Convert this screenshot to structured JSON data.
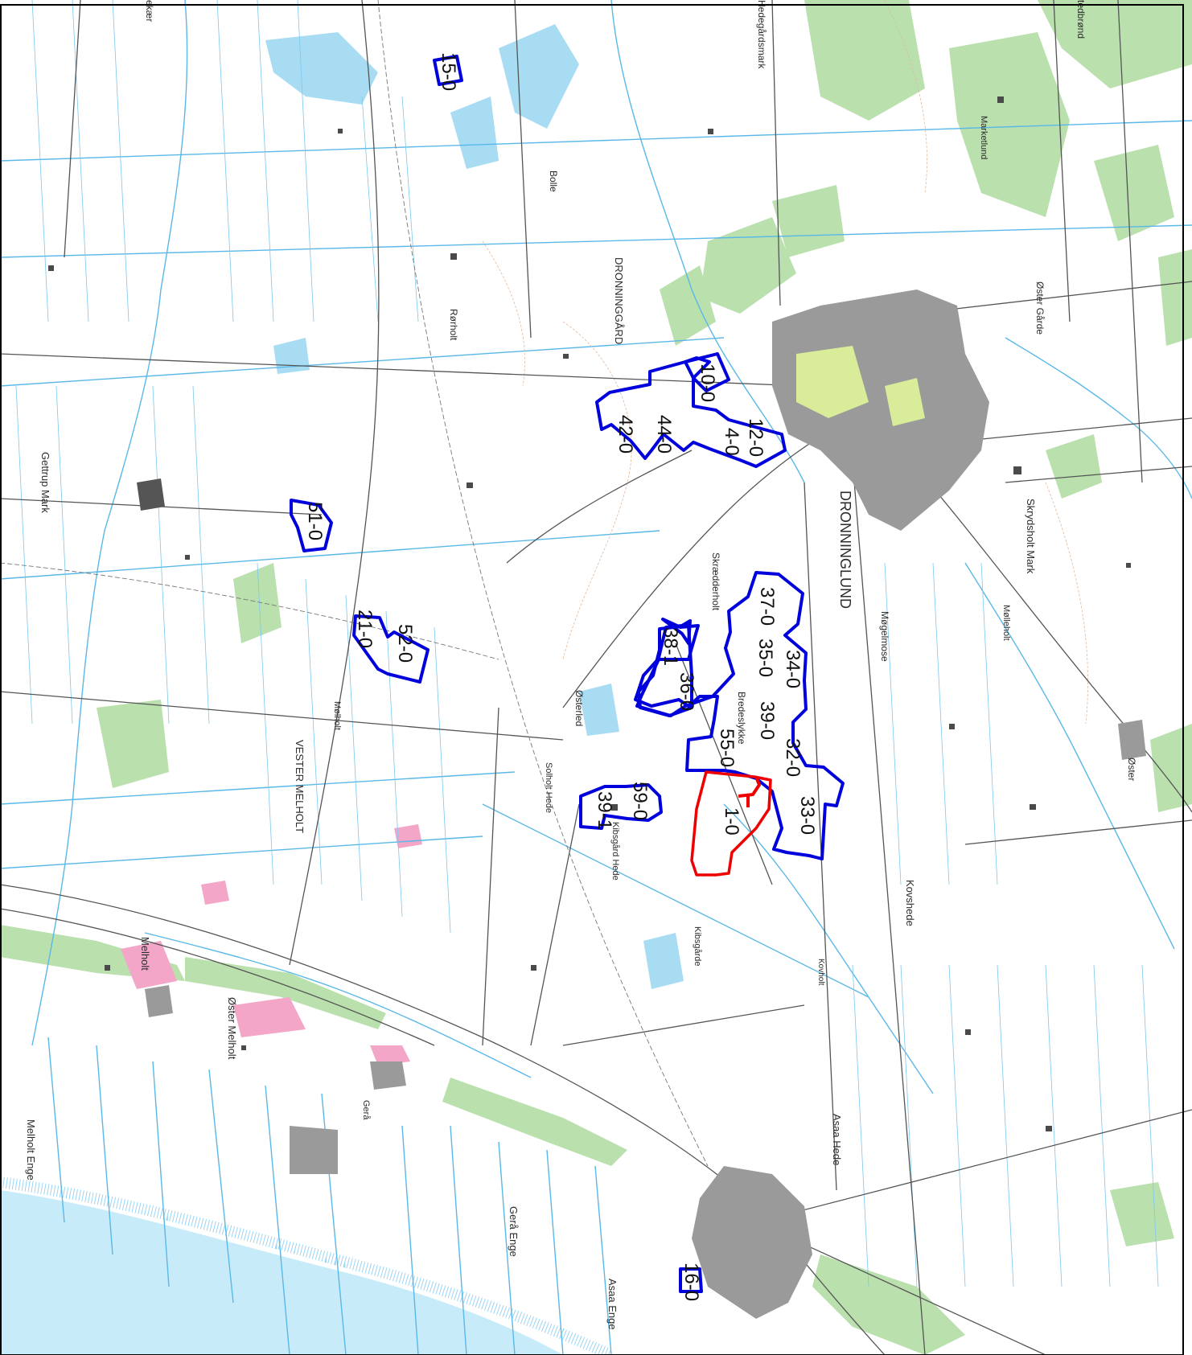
{
  "map": {
    "colors": {
      "background": "#ffffff",
      "sea": "#c8ebfa",
      "water": "#5ab8e8",
      "forest": "#b9e0ad",
      "urban": "#8f8f8f",
      "urban_green": "#d8ec9a",
      "roads": "#555555",
      "contour": "#e2b89a",
      "pink": "#f4a6c9",
      "parcel_blue": "#0000dd",
      "parcel_red": "#ee0000",
      "frame": "#000000"
    },
    "place_labels": [
      "DRONNINGLUND",
      "DRONNINGGÅRD",
      "VESTER MELHOLT",
      "Skrydsholt Mark",
      "Gettrup Mark",
      "Øster Melholt",
      "Melholt",
      "Melholt Enge",
      "Gerå",
      "Gerå Enge",
      "Asaa Enge",
      "Asaa Hede",
      "Kovshede",
      "Kovholt",
      "Kibsgårde",
      "Kibsgård Hede",
      "Solholt Hede",
      "Østerled",
      "Skrædderholt",
      "Bolle",
      "Rørholt",
      "Mølleholt",
      "Mølholt",
      "Møgelmose",
      "Hedegårdsmark",
      "Øster Gårde",
      "Bredeslykke",
      "Øster",
      "Marketlund",
      "tedbrønd",
      "ekær"
    ],
    "parcels": [
      {
        "id": "15-0",
        "type": "blue"
      },
      {
        "id": "10-0",
        "type": "blue"
      },
      {
        "id": "42-0",
        "type": "blue"
      },
      {
        "id": "44-0",
        "type": "blue"
      },
      {
        "id": "12-0",
        "type": "blue"
      },
      {
        "id": "4-0",
        "type": "blue"
      },
      {
        "id": "51-0",
        "type": "blue"
      },
      {
        "id": "21-0",
        "type": "blue"
      },
      {
        "id": "52-0",
        "type": "blue"
      },
      {
        "id": "37-0",
        "type": "blue"
      },
      {
        "id": "38-1",
        "type": "blue"
      },
      {
        "id": "35-0",
        "type": "blue"
      },
      {
        "id": "34-0",
        "type": "blue"
      },
      {
        "id": "36-0",
        "type": "blue"
      },
      {
        "id": "39-0",
        "type": "blue"
      },
      {
        "id": "55-0",
        "type": "blue"
      },
      {
        "id": "32-0",
        "type": "blue"
      },
      {
        "id": "33-0",
        "type": "blue"
      },
      {
        "id": "39-1",
        "type": "blue"
      },
      {
        "id": "59-0",
        "type": "blue"
      },
      {
        "id": "1-0",
        "type": "red"
      },
      {
        "id": "16-0",
        "type": "blue"
      }
    ]
  }
}
